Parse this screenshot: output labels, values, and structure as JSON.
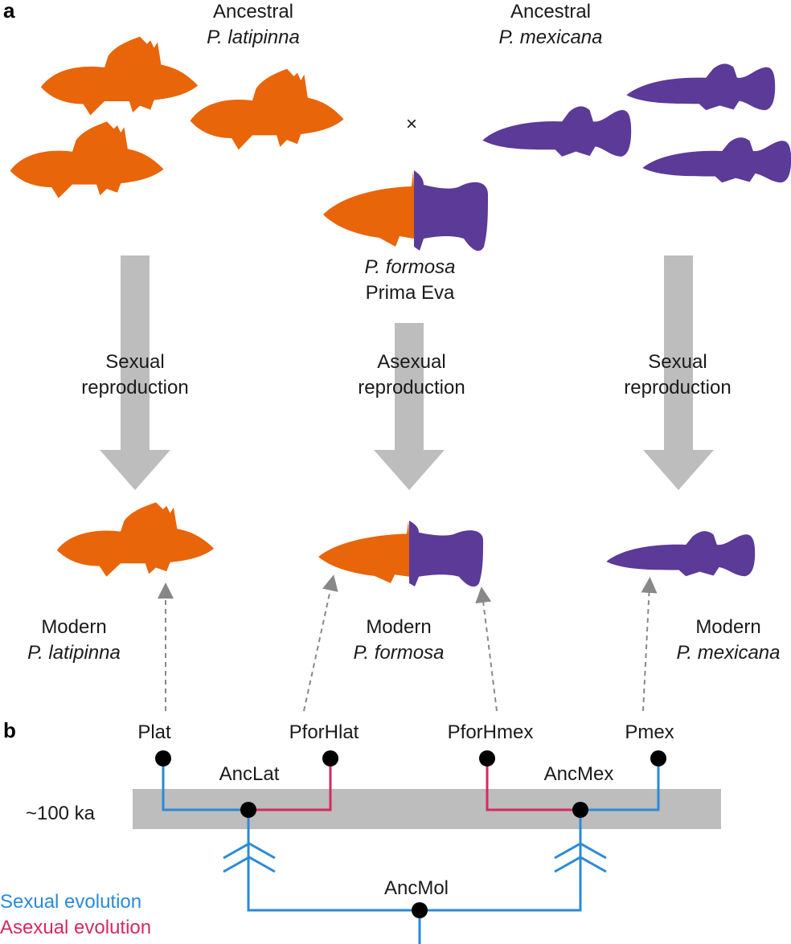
{
  "colors": {
    "orange": "#e8650a",
    "purple": "#5b3a98",
    "gray_arrow": "#bdbdbd",
    "sexual_blue": "#2a8ad8",
    "asexual_red": "#d52a5e",
    "band_gray": "#bdbdbd"
  },
  "panel_a": {
    "label": "a",
    "ancestral_lat": {
      "line1": "Ancestral",
      "line2": "P. latipinna"
    },
    "ancestral_mex": {
      "line1": "Ancestral",
      "line2": "P. mexicana"
    },
    "cross_symbol": "×",
    "prima_eva": {
      "line1": "P. formosa",
      "line2": "Prima Eva"
    },
    "arrows": [
      {
        "line1": "Sexual",
        "line2": "reproduction"
      },
      {
        "line1": "Asexual",
        "line2": "reproduction"
      },
      {
        "line1": "Sexual",
        "line2": "reproduction"
      }
    ],
    "modern_lat": {
      "line1": "Modern",
      "line2": "P. latipinna"
    },
    "modern_for": {
      "line1": "Modern",
      "line2": "P. formosa"
    },
    "modern_mex": {
      "line1": "Modern",
      "line2": "P. mexicana"
    }
  },
  "panel_b": {
    "label": "b",
    "time_label": "~100 ka",
    "tips": [
      "Plat",
      "PforHlat",
      "PforHmex",
      "Pmex"
    ],
    "anc_lat": "AncLat",
    "anc_mex": "AncMex",
    "anc_mol": "AncMol",
    "legend": {
      "sexual": "Sexual evolution",
      "asexual": "Asexual evolution"
    }
  }
}
